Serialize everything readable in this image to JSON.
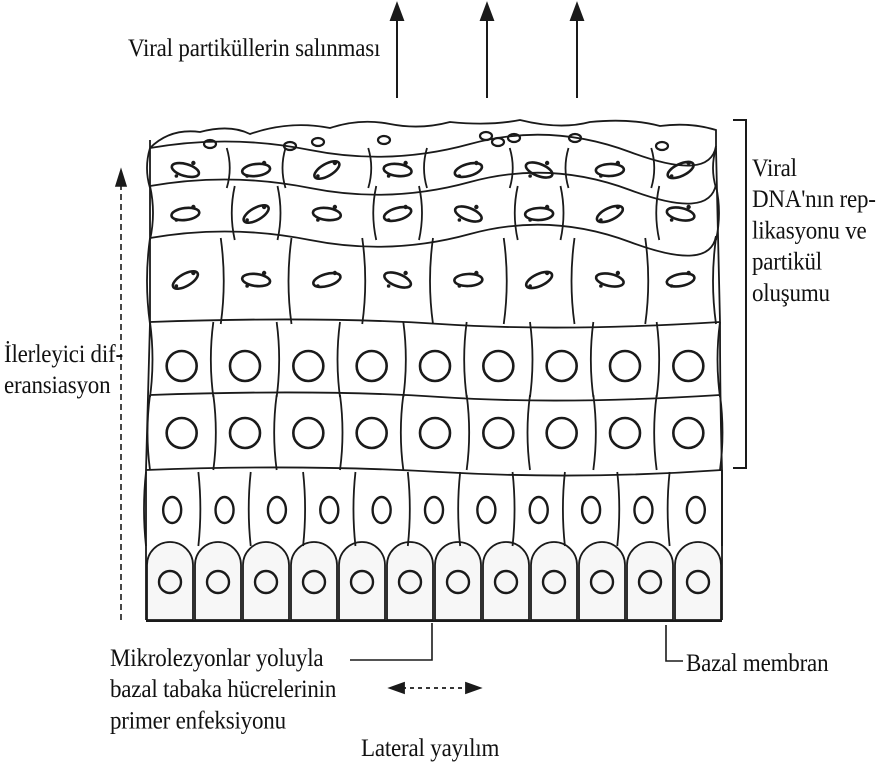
{
  "labels": {
    "release": "Viral partiküllerin salınması",
    "replication": [
      "Viral",
      "DNA'nın rep-",
      "likasyonu ve",
      "partikül",
      "oluşumu"
    ],
    "differentiation": [
      "İlerleyici dif-",
      "eransiasyon"
    ],
    "infection": [
      "Mikrolezyonlar yoluyla",
      "bazal tabaka hücrelerinin",
      "primer enfeksiyonu"
    ],
    "basal_membrane": "Bazal membran",
    "lateral_spread": "Lateral yayılım"
  },
  "colors": {
    "ink": "#1a1a1a",
    "cell_fill": "#f7f7f7"
  }
}
